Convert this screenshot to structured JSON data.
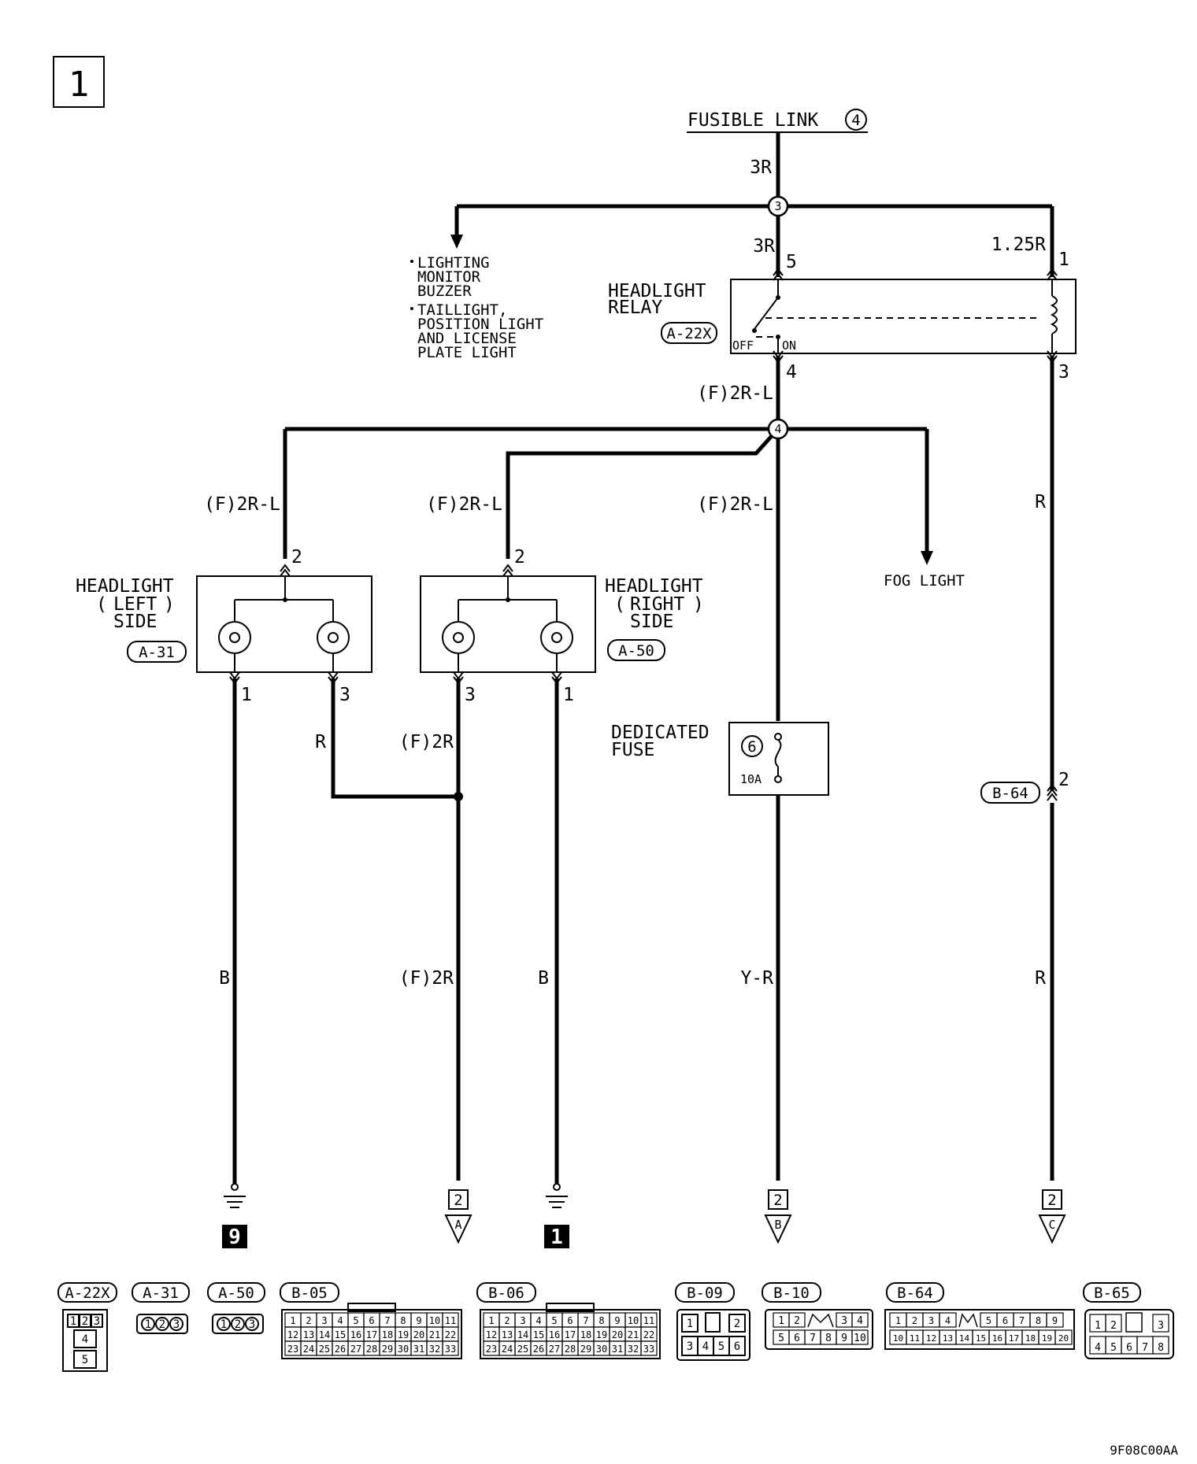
{
  "page_number": "1",
  "footer_code": "9F08C00AA",
  "fusible_link": {
    "label": "FUSIBLE LINK",
    "num": "4"
  },
  "splices": {
    "s3": "3",
    "s4": "4"
  },
  "wires": {
    "w_3R_top": "3R",
    "w_3R_relay": "3R",
    "w_125R": "1.25R",
    "w_F2RL_main": "(F)2R-L",
    "w_F2RL_left": "(F)2R-L",
    "w_F2RL_mid": "(F)2R-L",
    "w_F2RL_center": "(F)2R-L",
    "w_R_right": "R",
    "w_R_link": "R",
    "w_F2R_mid": "(F)2R",
    "w_B_left": "B",
    "w_F2R_low": "(F)2R",
    "w_B_right": "B",
    "w_YR": "Y-R",
    "w_R_low": "R"
  },
  "pins": {
    "relay_5": "5",
    "relay_1": "1",
    "relay_4": "4",
    "relay_3": "3",
    "hl_left_2": "2",
    "hl_left_1": "1",
    "hl_left_3": "3",
    "hl_right_2": "2",
    "hl_right_3": "3",
    "hl_right_1": "1",
    "b64_2": "2"
  },
  "branch_left": {
    "items": [
      "LIGHTING",
      "MONITOR",
      "BUZZER",
      "TAILLIGHT,",
      "POSITION LIGHT",
      "AND LICENSE",
      "PLATE LIGHT"
    ]
  },
  "relay": {
    "line1": "HEADLIGHT",
    "line2": "RELAY",
    "connector": "A-22X",
    "off": "OFF",
    "on": "ON"
  },
  "headlight_left": {
    "line1": "HEADLIGHT",
    "line2": "LEFT",
    "line3": "SIDE",
    "connector": "A-31"
  },
  "headlight_right": {
    "line1": "HEADLIGHT",
    "line2": "RIGHT",
    "line3": "SIDE",
    "connector": "A-50"
  },
  "fog_light": "FOG LIGHT",
  "fuse": {
    "line1": "DEDICATED",
    "line2": "FUSE",
    "num": "6",
    "rating": "10A"
  },
  "b64_label": "B-64",
  "terminals": {
    "ground_left": "9",
    "ground_right": "1",
    "ref_a": {
      "page": "2",
      "letter": "A"
    },
    "ref_b": {
      "page": "2",
      "letter": "B"
    },
    "ref_c": {
      "page": "2",
      "letter": "C"
    }
  },
  "connector_views": [
    {
      "name": "A-22X",
      "pins": [
        "1",
        "2",
        "3",
        "4",
        "5"
      ]
    },
    {
      "name": "A-31",
      "pins": [
        "1",
        "2",
        "3"
      ]
    },
    {
      "name": "A-50",
      "pins": [
        "1",
        "2",
        "3"
      ]
    },
    {
      "name": "B-05",
      "pins": [
        "1",
        "2",
        "3",
        "4",
        "5",
        "6",
        "7",
        "8",
        "9",
        "10",
        "11",
        "12",
        "13",
        "14",
        "15",
        "16",
        "17",
        "18",
        "19",
        "20",
        "21",
        "22",
        "23",
        "24",
        "25",
        "26",
        "27",
        "28",
        "29",
        "30",
        "31",
        "32",
        "33"
      ]
    },
    {
      "name": "B-06",
      "pins": [
        "1",
        "2",
        "3",
        "4",
        "5",
        "6",
        "7",
        "8",
        "9",
        "10",
        "11",
        "12",
        "13",
        "14",
        "15",
        "16",
        "17",
        "18",
        "19",
        "20",
        "21",
        "22",
        "23",
        "24",
        "25",
        "26",
        "27",
        "28",
        "29",
        "30",
        "31",
        "32",
        "33"
      ]
    },
    {
      "name": "B-09",
      "pins": [
        "1",
        "2",
        "3",
        "4",
        "5",
        "6"
      ]
    },
    {
      "name": "B-10",
      "pins": [
        "1",
        "2",
        "3",
        "4",
        "5",
        "6",
        "7",
        "8",
        "9",
        "10"
      ]
    },
    {
      "name": "B-64",
      "pins": [
        "1",
        "2",
        "3",
        "4",
        "5",
        "6",
        "7",
        "8",
        "9",
        "10",
        "11",
        "12",
        "13",
        "14",
        "15",
        "16",
        "17",
        "18",
        "19",
        "20"
      ]
    },
    {
      "name": "B-65",
      "pins": [
        "1",
        "2",
        "3",
        "4",
        "5",
        "6",
        "7",
        "8"
      ]
    }
  ]
}
